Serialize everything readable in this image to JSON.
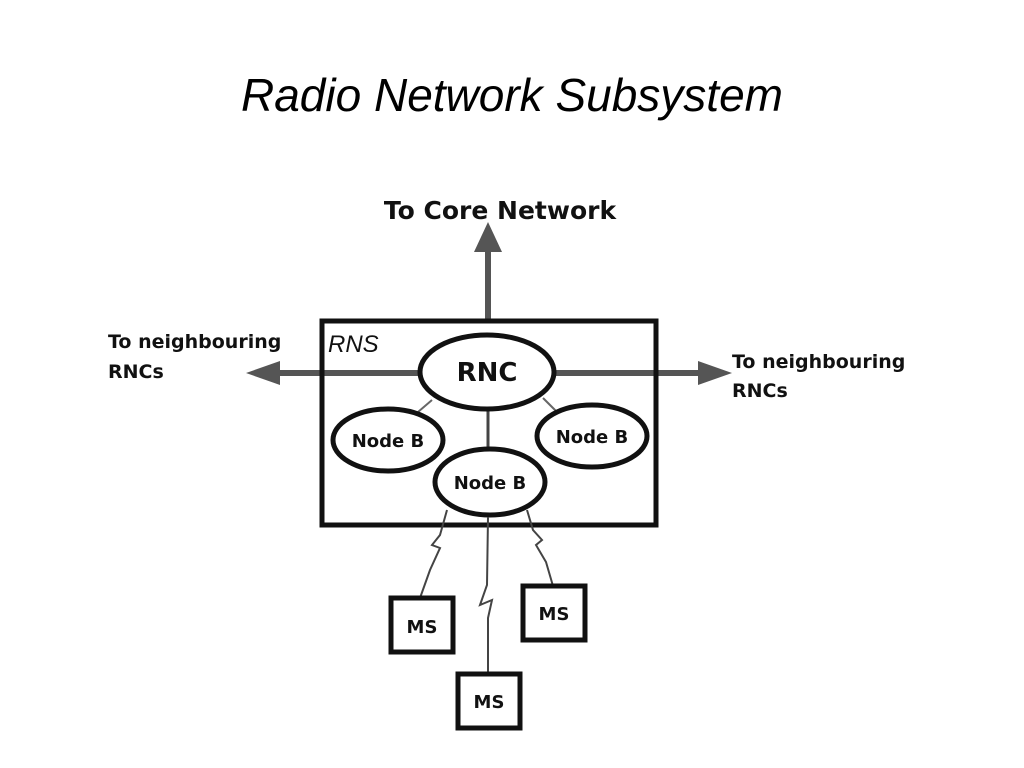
{
  "slide": {
    "title": "Radio Network Subsystem"
  },
  "diagram": {
    "core_label": "To Core Network",
    "left_label": [
      "To neighbouring",
      "RNCs"
    ],
    "right_label": [
      "To neighbouring",
      "RNCs"
    ],
    "rns_label": "RNS",
    "rnc_label": "RNC",
    "node_b_labels": [
      "Node B",
      "Node B",
      "Node B"
    ],
    "ms_labels": [
      "MS",
      "MS",
      "MS"
    ],
    "colors": {
      "ink": "#111111",
      "arrow": "#555555",
      "background": "#ffffff"
    }
  }
}
